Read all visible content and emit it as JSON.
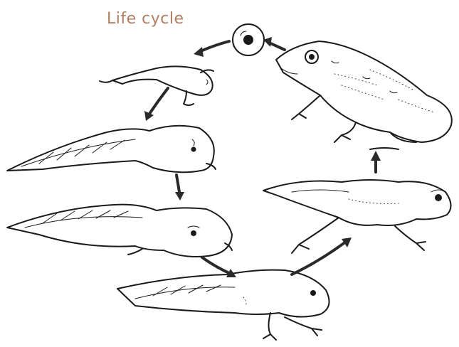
{
  "title": "Life cycle",
  "stages": [
    {
      "name": "egg",
      "icon": "egg-icon"
    },
    {
      "name": "hatchling",
      "icon": "hatchling-tadpole-icon"
    },
    {
      "name": "tadpole-gills",
      "icon": "tadpole-icon"
    },
    {
      "name": "tadpole-large",
      "icon": "tadpole-icon"
    },
    {
      "name": "tadpole-hind-legs",
      "icon": "tadpole-legs-icon"
    },
    {
      "name": "froglet",
      "icon": "froglet-icon"
    },
    {
      "name": "adult-frog",
      "icon": "frog-icon"
    }
  ],
  "colors": {
    "title": "#b07f63",
    "ink": "#1a1a1a",
    "arrow": "#2a2a2a"
  }
}
